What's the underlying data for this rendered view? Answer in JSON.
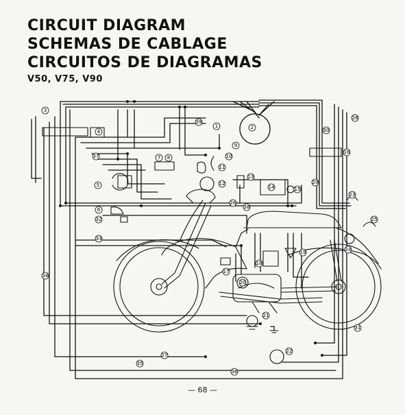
{
  "title": {
    "line1": "CIRCUIT DIAGRAM",
    "line2": "SCHEMAS DE CABLAGE",
    "line3": "CIRCUITOS DE DIAGRAMAS",
    "models": "V50, V75, V90"
  },
  "callouts": [
    "1",
    "2",
    "3",
    "4",
    "5",
    "6",
    "7",
    "8",
    "9",
    "10",
    "11",
    "12",
    "13",
    "14",
    "15",
    "16",
    "17",
    "18",
    "19",
    "20",
    "21",
    "22",
    "23",
    "24",
    "25",
    "26",
    "27",
    "28",
    "29",
    "30",
    "31",
    "32",
    "33",
    "34",
    "35",
    "36",
    "37",
    "38",
    "39"
  ],
  "page_number": "— 68 —"
}
